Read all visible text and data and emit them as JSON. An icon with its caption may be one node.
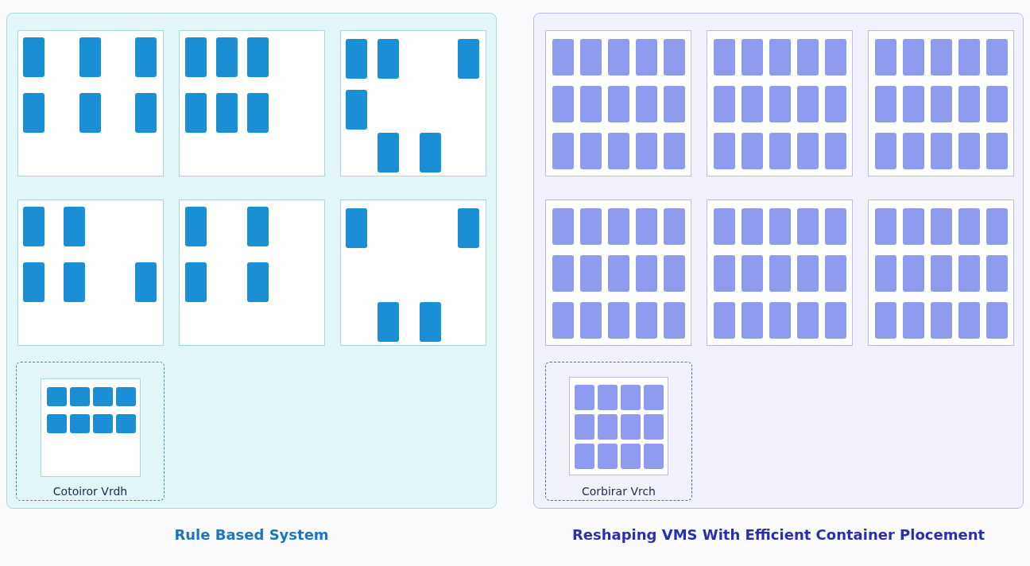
{
  "diagram": {
    "nodes": [
      {
        "text": [
          "Rule Based System"
        ]
      },
      {
        "text": [],
        "shape": "box",
        "in": 0
      },
      {
        "text": [],
        "shape": "box",
        "in": 0
      },
      {
        "text": [],
        "shape": "box",
        "in": 0
      },
      {
        "text": [],
        "shape": "box",
        "in": 0
      },
      {
        "text": [],
        "shape": "box",
        "in": 0
      },
      {
        "text": [],
        "shape": "box",
        "in": 0
      },
      {
        "text": [
          "Cotoiror Vrdh"
        ],
        "in": 0
      },
      {
        "text": [],
        "shape": "box",
        "in": 7
      },
      {
        "text": [
          "Reshaping VMS With Efficient Container Plocement"
        ]
      },
      {
        "text": [],
        "shape": "box",
        "in": 9
      },
      {
        "text": [],
        "shape": "box",
        "in": 9
      },
      {
        "text": [],
        "shape": "box",
        "in": 9
      },
      {
        "text": [],
        "shape": "box",
        "in": 9
      },
      {
        "text": [],
        "shape": "box",
        "in": 9
      },
      {
        "text": [],
        "shape": "box",
        "in": 9
      },
      {
        "text": [
          "Corbirar Vrch"
        ],
        "in": 9
      },
      {
        "text": [],
        "shape": "box",
        "in": 16
      }
    ],
    "edges": []
  }
}
